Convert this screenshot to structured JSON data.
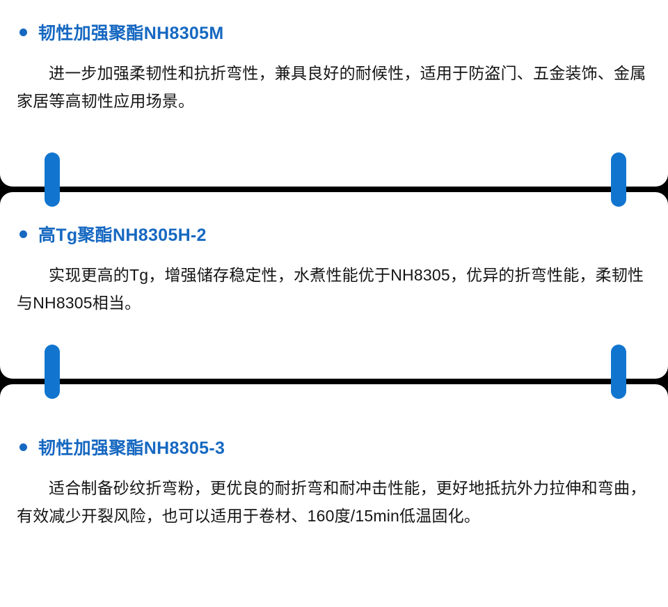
{
  "sections": [
    {
      "title": "韧性加强聚酯NH8305M",
      "body": "进一步加强柔韧性和抗折弯性，兼具良好的耐候性，适用于防盗门、五金装饰、金属家居等高韧性应用场景。"
    },
    {
      "title": "高Tg聚酯NH8305H-2",
      "body": "实现更高的Tg，增强储存稳定性，水煮性能优于NH8305，优异的折弯性能，柔韧性与NH8305相当。"
    },
    {
      "title": "韧性加强聚酯NH8305-3",
      "body": "适合制备砂纹折弯粉，更优良的耐折弯和耐冲击性能，更好地抵抗外力拉伸和弯曲，有效减少开裂风险，也可以适用于卷材、160度/15min低温固化。"
    }
  ],
  "theme": {
    "accent": "#1668c1",
    "connector": "#1175cf",
    "background": "#000000",
    "card": "#ffffff",
    "text": "#151515"
  }
}
